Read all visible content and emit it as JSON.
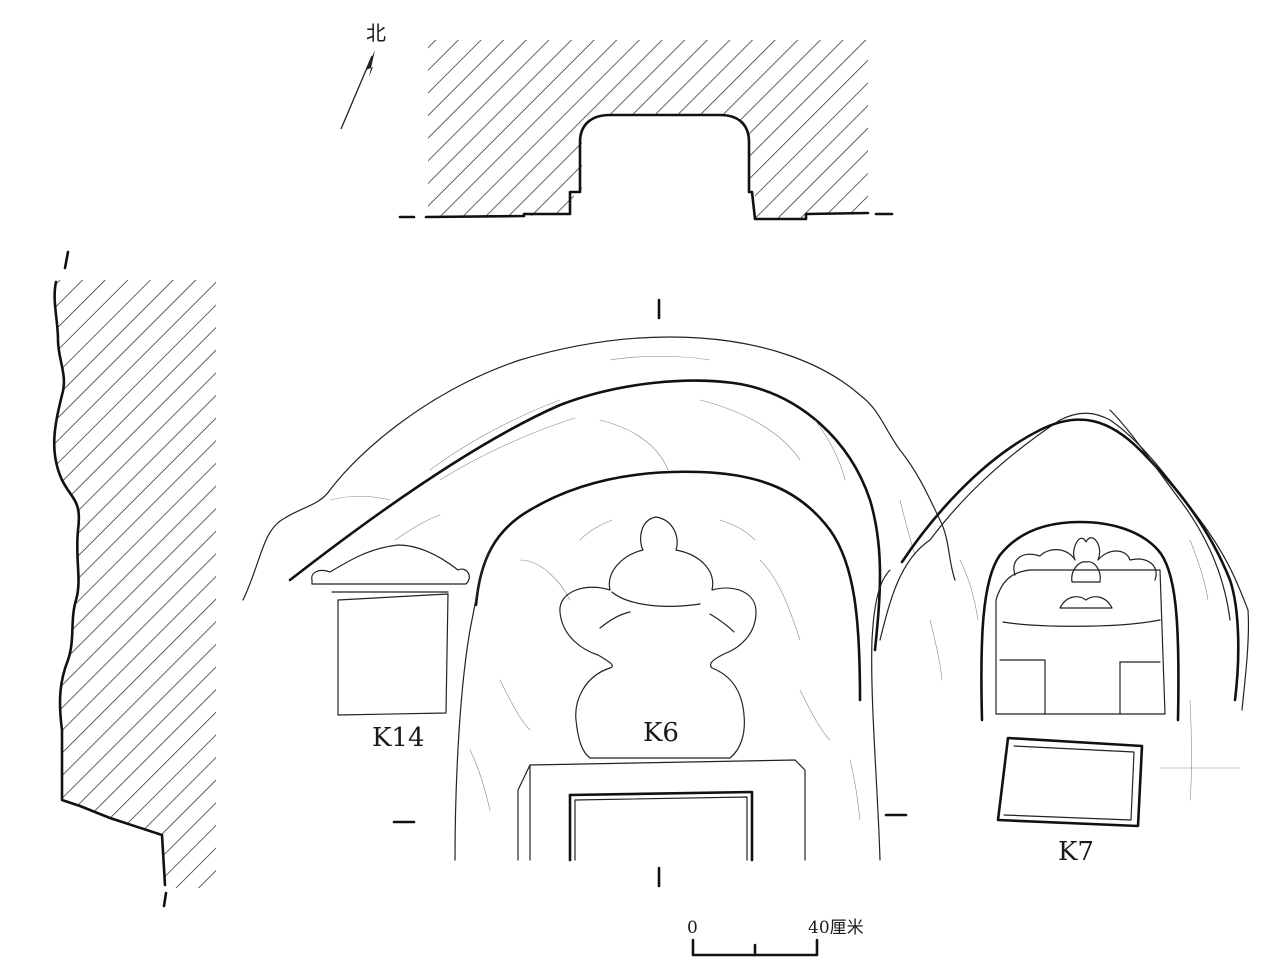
{
  "diagram": {
    "north_label": "北",
    "niches": [
      {
        "id": "k14",
        "label": "K14"
      },
      {
        "id": "k6",
        "label": "K6"
      },
      {
        "id": "k7",
        "label": "K7"
      }
    ],
    "scale_bar": {
      "start_label": "0",
      "end_label": "40厘米"
    }
  }
}
